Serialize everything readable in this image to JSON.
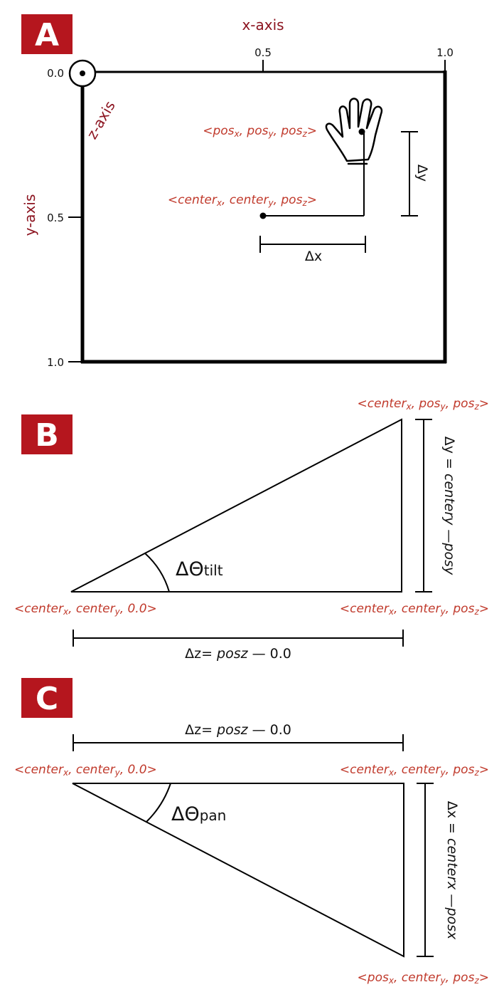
{
  "colors": {
    "badge": "#b5161e",
    "axis_label": "#8c1420",
    "coord_label": "#c0392b"
  },
  "panels": {
    "a": {
      "letter": "A",
      "x_axis_label": "x-axis",
      "y_axis_label": "y-axis",
      "z_axis_label": "z-axis",
      "x_ticks": [
        "0.5",
        "1.0"
      ],
      "y_ticks": [
        "0.0",
        "0.5",
        "1.0"
      ],
      "hand_label": {
        "open": "<",
        "a": "pos",
        "as": "x",
        "b": ", pos",
        "bs": "y",
        "c": ", pos",
        "cs": "z",
        "close": ">"
      },
      "center_label": {
        "open": "<",
        "a": "center",
        "as": "x",
        "b": ", center",
        "bs": "y",
        "c": ", pos",
        "cs": "z",
        "close": ">"
      },
      "dx": "Δx",
      "dy": "Δy",
      "hand_icon": "hand-icon",
      "z_axis_icon": "circled-dot-icon"
    },
    "b": {
      "letter": "B",
      "top_label": {
        "open": "<",
        "a": "center",
        "as": "x",
        "b": ", pos",
        "bs": "y",
        "c": ", pos",
        "cs": "z",
        "close": ">"
      },
      "left_label": {
        "open": "<",
        "a": "center",
        "as": "x",
        "b": ", center",
        "bs": "y",
        "c": ", 0.0",
        "close": ">"
      },
      "right_label": {
        "open": "<",
        "a": "center",
        "as": "x",
        "b": ", center",
        "bs": "y",
        "c": ", pos",
        "cs": "z",
        "close": ">"
      },
      "angle_label": {
        "main": "ΔΘ",
        "sub": "tilt"
      },
      "dz_label": {
        "a": "Δz= ",
        "b": "posz",
        "c": " — 0.0"
      },
      "dy_label": {
        "a": "Δy = ",
        "b": "centery —posy"
      }
    },
    "c": {
      "letter": "C",
      "left_label": {
        "open": "<",
        "a": "center",
        "as": "x",
        "b": ", center",
        "bs": "y",
        "c": ", 0.0",
        "close": ">"
      },
      "right_label": {
        "open": "<",
        "a": "center",
        "as": "x",
        "b": ", center",
        "bs": "y",
        "c": ", pos",
        "cs": "z",
        "close": ">"
      },
      "bottom_label": {
        "open": "<",
        "a": "pos",
        "as": "x",
        "b": ", center",
        "bs": "y",
        "c": ", pos",
        "cs": "z",
        "close": ">"
      },
      "angle_label": {
        "main": "ΔΘ",
        "sub": "pan"
      },
      "dz_label": {
        "a": "Δz= ",
        "b": "posz",
        "c": " — 0.0"
      },
      "dx_label": {
        "a": "Δx = ",
        "b": "centerx —posx"
      }
    }
  }
}
